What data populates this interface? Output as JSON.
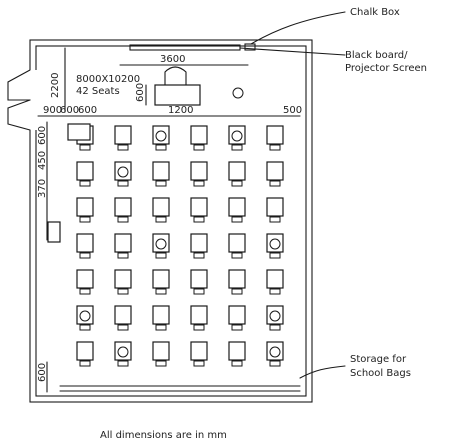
{
  "callouts": {
    "chalk_box": "Chalk Box",
    "board_line1": "Black board/",
    "board_line2": "Projector Screen",
    "storage_line1": "Storage for",
    "storage_line2": "School Bags"
  },
  "room_label": {
    "line1": "8000X10200",
    "line2": "42 Seats"
  },
  "dimensions": {
    "board_width": "3600",
    "entry_depth": "2200",
    "teacher_desk_depth": "600",
    "aisle_center": "1200",
    "left_offset": "900",
    "first_col_a": "600",
    "first_col_b": "600",
    "right_gap": "500",
    "row_pitch_a": "600",
    "row_pitch_b": "450",
    "row_pitch_c": "370",
    "rear_clearance": "600"
  },
  "footer_note": "All dimensions are in mm",
  "grid": {
    "rows": 7,
    "columns": 6
  }
}
